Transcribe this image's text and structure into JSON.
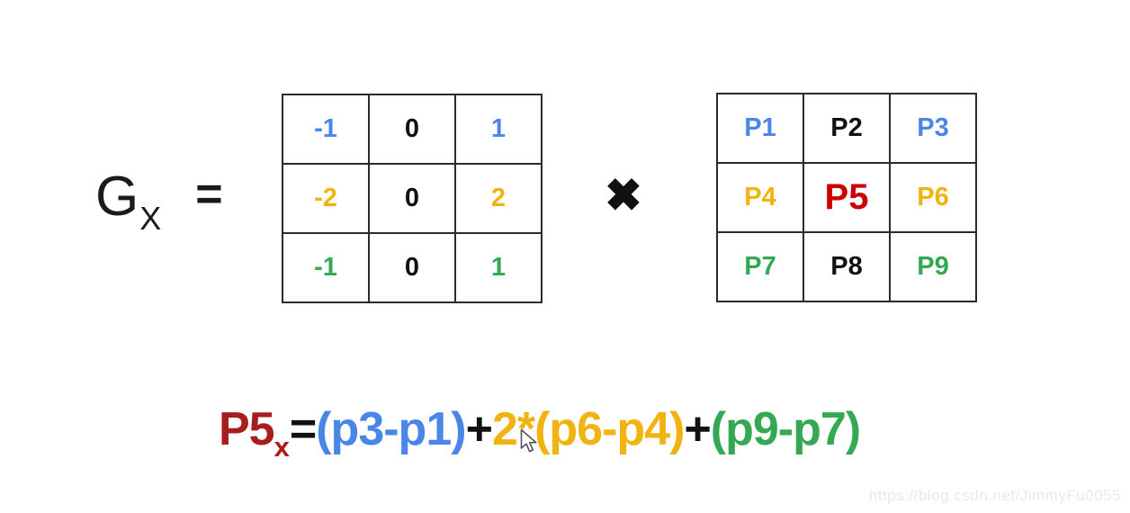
{
  "equation_left": {
    "base": "G",
    "subscript": "X",
    "equals_sign": "="
  },
  "multiply_symbol": "✖",
  "kernel_matrix": {
    "cells": [
      {
        "text": "-1",
        "color": "#4a86e8"
      },
      {
        "text": "0",
        "color": "#111111"
      },
      {
        "text": "1",
        "color": "#4a86e8"
      },
      {
        "text": "-2",
        "color": "#f0b311"
      },
      {
        "text": "0",
        "color": "#111111"
      },
      {
        "text": "2",
        "color": "#f0b311"
      },
      {
        "text": "-1",
        "color": "#34a853"
      },
      {
        "text": "0",
        "color": "#111111"
      },
      {
        "text": "1",
        "color": "#34a853"
      }
    ]
  },
  "pixel_matrix": {
    "cells": [
      {
        "text": "P1",
        "color": "#4a86e8"
      },
      {
        "text": "P2",
        "color": "#111111"
      },
      {
        "text": "P3",
        "color": "#4a86e8"
      },
      {
        "text": "P4",
        "color": "#f0b311"
      },
      {
        "text": "P5",
        "color": "#cc0000"
      },
      {
        "text": "P6",
        "color": "#f0b311"
      },
      {
        "text": "P7",
        "color": "#34a853"
      },
      {
        "text": "P8",
        "color": "#111111"
      },
      {
        "text": "P9",
        "color": "#34a853"
      }
    ]
  },
  "formula": {
    "segments": [
      {
        "text": "P5",
        "color": "#a81e1e"
      },
      {
        "text": "x",
        "color": "#a81e1e"
      },
      {
        "text": "=",
        "color": "#111111"
      },
      {
        "text": "(p3-p1)",
        "color": "#4a86e8"
      },
      {
        "text": "+",
        "color": "#111111"
      },
      {
        "text": "2*(p6-p4)",
        "color": "#f0b311"
      },
      {
        "text": "+",
        "color": "#111111"
      },
      {
        "text": "(p9-p7)",
        "color": "#34a853"
      }
    ]
  },
  "watermark": {
    "text": "https://blog.csdn.net/JimmyFu0055",
    "color": "#e9e9e9"
  }
}
